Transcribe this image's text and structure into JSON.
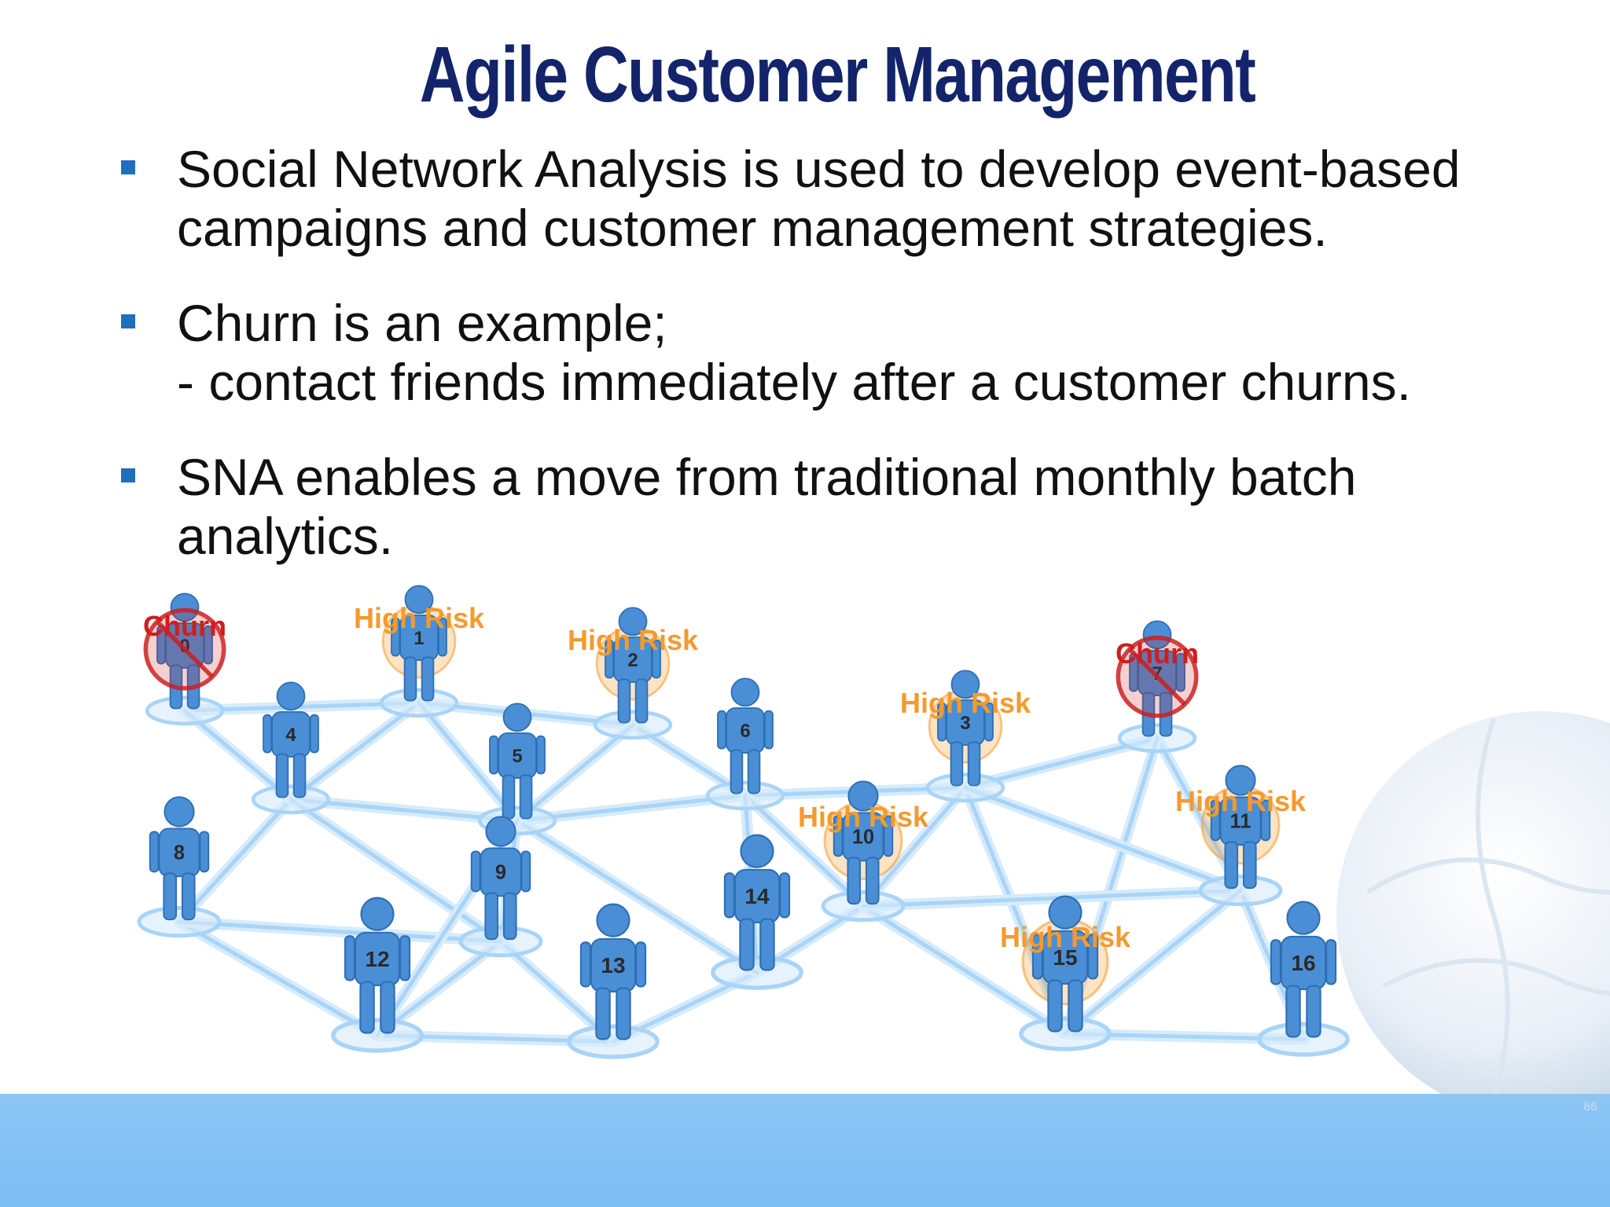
{
  "slide": {
    "title": "Agile Customer Management",
    "bullets": [
      {
        "lines": [
          "Social Network Analysis is used to develop event-based",
          "campaigns and customer management strategies."
        ]
      },
      {
        "lines": [
          "Churn is an example;",
          "- contact friends immediately after a customer churns."
        ]
      },
      {
        "lines": [
          "SNA enables a move from traditional monthly batch",
          "analytics."
        ]
      }
    ],
    "page_number": "86"
  },
  "diagram": {
    "status_labels": {
      "churn": "Churn",
      "high_risk": "High Risk"
    },
    "colors": {
      "person": "#4a8fd6",
      "link": "#a9d4f7",
      "churn": "#cc1f1f",
      "high_risk": "#f59a2c"
    },
    "people": [
      {
        "id": "0",
        "status": "churn"
      },
      {
        "id": "1",
        "status": "high_risk"
      },
      {
        "id": "2",
        "status": "high_risk"
      },
      {
        "id": "3",
        "status": "high_risk"
      },
      {
        "id": "4",
        "status": "normal"
      },
      {
        "id": "5",
        "status": "normal"
      },
      {
        "id": "6",
        "status": "normal"
      },
      {
        "id": "7",
        "status": "churn"
      },
      {
        "id": "8",
        "status": "normal"
      },
      {
        "id": "9",
        "status": "normal"
      },
      {
        "id": "10",
        "status": "high_risk"
      },
      {
        "id": "11",
        "status": "high_risk"
      },
      {
        "id": "12",
        "status": "normal"
      },
      {
        "id": "13",
        "status": "normal"
      },
      {
        "id": "14",
        "status": "normal"
      },
      {
        "id": "15",
        "status": "high_risk"
      },
      {
        "id": "16",
        "status": "normal"
      }
    ],
    "links": [
      [
        "0",
        "1"
      ],
      [
        "1",
        "2"
      ],
      [
        "2",
        "6"
      ],
      [
        "6",
        "3"
      ],
      [
        "3",
        "7"
      ],
      [
        "0",
        "4"
      ],
      [
        "1",
        "4"
      ],
      [
        "1",
        "5"
      ],
      [
        "2",
        "5"
      ],
      [
        "4",
        "5"
      ],
      [
        "4",
        "8"
      ],
      [
        "4",
        "9"
      ],
      [
        "5",
        "9"
      ],
      [
        "5",
        "6"
      ],
      [
        "6",
        "10"
      ],
      [
        "6",
        "14"
      ],
      [
        "3",
        "10"
      ],
      [
        "3",
        "15"
      ],
      [
        "7",
        "11"
      ],
      [
        "7",
        "15"
      ],
      [
        "3",
        "11"
      ],
      [
        "10",
        "15"
      ],
      [
        "11",
        "16"
      ],
      [
        "15",
        "16"
      ],
      [
        "8",
        "12"
      ],
      [
        "9",
        "12"
      ],
      [
        "9",
        "13"
      ],
      [
        "12",
        "13"
      ],
      [
        "13",
        "14"
      ],
      [
        "14",
        "10"
      ],
      [
        "8",
        "9"
      ],
      [
        "5",
        "14"
      ],
      [
        "10",
        "11"
      ],
      [
        "11",
        "15"
      ],
      [
        "12",
        "5"
      ]
    ]
  }
}
